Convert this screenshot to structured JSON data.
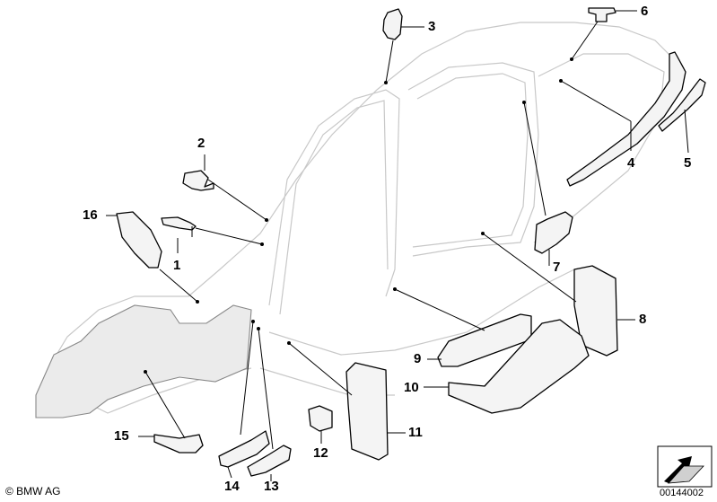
{
  "callouts": {
    "c1": "1",
    "c2": "2",
    "c3": "3",
    "c4": "4",
    "c5": "5",
    "c6": "6",
    "c7": "7",
    "c8": "8",
    "c9": "9",
    "c10": "10",
    "c11": "11",
    "c12": "12",
    "c13": "13",
    "c14": "14",
    "c15": "15",
    "c16": "16"
  },
  "footer": {
    "copyright": "© BMW AG",
    "document_number": "00144002"
  },
  "icons": {
    "corner": "navigation-arrow-icon"
  }
}
